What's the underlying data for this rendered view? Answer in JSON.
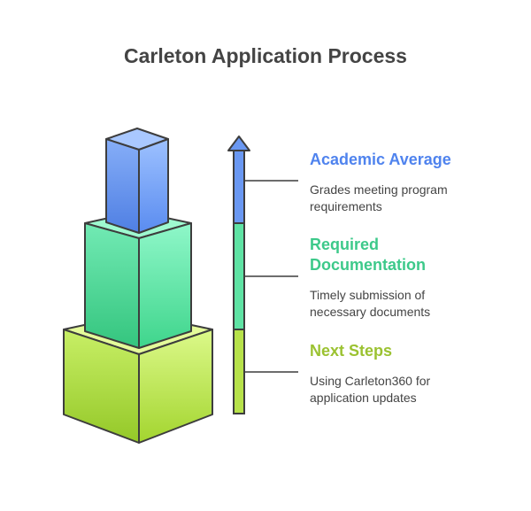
{
  "title": "Carleton Application Process",
  "levels": [
    {
      "heading": "Academic Average",
      "description": "Grades meeting program requirements",
      "color": "#4f83ee"
    },
    {
      "heading": "Required Documentation",
      "description": "Timely submission of necessary documents",
      "color": "#3dc98a"
    },
    {
      "heading": "Next Steps",
      "description": "Using Carleton360 for application updates",
      "color": "#9bc231"
    }
  ],
  "colors": {
    "blue_light": "#8db6ff",
    "blue_dark": "#5b8def",
    "green_light": "#86f5c2",
    "green_dark": "#3ed68c",
    "lime_light": "#d8f77a",
    "lime_dark": "#a4d832",
    "outline": "#3d3d3d",
    "text": "#444444"
  }
}
